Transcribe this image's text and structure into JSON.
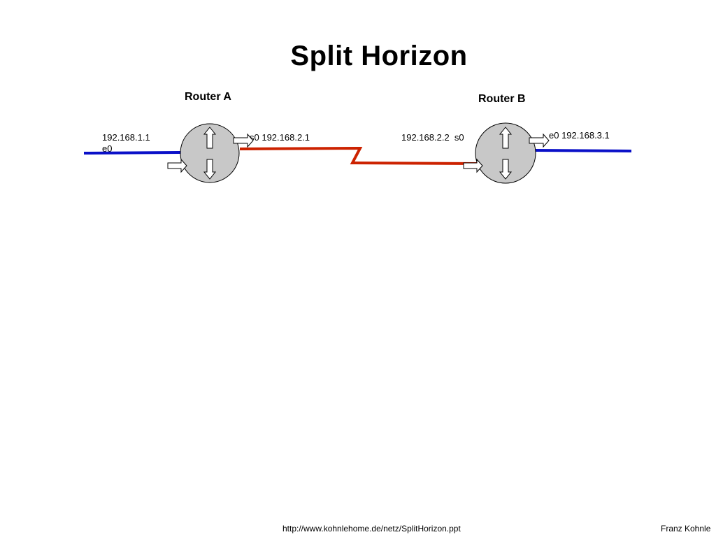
{
  "title": "Split Horizon",
  "routers": [
    {
      "label": "Router A",
      "iface_left_ip": "192.168.1.1",
      "iface_left_name": "e0",
      "iface_right": "s0 192.168.2.1"
    },
    {
      "label": "Router B",
      "iface_left": "192.168.2.2  s0",
      "iface_right": "e0 192.168.3.1"
    }
  ],
  "links": {
    "ethernet_color": "#0a10c8",
    "serial_color": "#cc2200"
  },
  "footer": {
    "url": "http://www.kohnlehome.de/netz/SplitHorizon.ppt",
    "author": "Franz Kohnle"
  }
}
